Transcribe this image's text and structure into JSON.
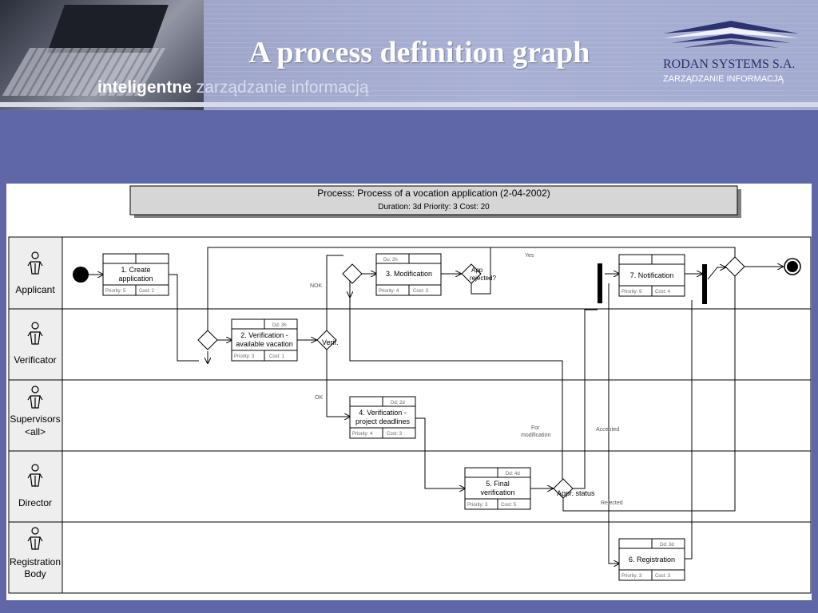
{
  "slide": {
    "title": "A process definition graph",
    "tagline_bold": "inteligentne",
    "tagline_light": " zarządzanie informacją",
    "brand_name": "RODAN SYSTEMS S.A.",
    "brand_sub": "ZARZĄDZANIE INFORMACJĄ"
  },
  "colors": {
    "background": "#5f67a9",
    "header": "#a3abd0",
    "diagram_bg": "#ffffff",
    "title_box": "#d6d6d6",
    "ink": "#000000"
  },
  "diagram": {
    "title_line1": "Process: Process of a vocation application (2-04-2002)",
    "title_line2": "Duration: 3d Priority: 3 Cost: 20",
    "lanes": [
      {
        "label": "Applicant",
        "icon": "actor-icon"
      },
      {
        "label": "Verificator",
        "icon": "actor-icon"
      },
      {
        "label": "Supervisors",
        "label2": "<all>",
        "icon": "actor-icon"
      },
      {
        "label": "Director",
        "icon": "actor-icon"
      },
      {
        "label": "Registration",
        "label2": "Body",
        "icon": "actor-icon"
      }
    ],
    "tasks": [
      {
        "label": "1. Create",
        "label2": "application",
        "duration": "",
        "priority": "Priority: 5",
        "cost": "Cost: 2"
      },
      {
        "label": "2. Verification -",
        "label2": "available vacation",
        "duration": "Dd: 3h",
        "priority": "Priority: 3",
        "cost": "Cost: 1"
      },
      {
        "label": "3. Modification",
        "duration": "Du: 2h",
        "priority": "Priority: 4",
        "cost": "Cost: 3"
      },
      {
        "label": "4. Verification -",
        "label2": "project deadlines",
        "duration": "Dd: 2d",
        "priority": "Priority: 4",
        "cost": "Cost: 3"
      },
      {
        "label": "5. Final",
        "label2": "verification",
        "duration": "Dd: 4d",
        "priority": "Priority: 3",
        "cost": "Cost: 5"
      },
      {
        "label": "6. Registration",
        "duration": "Dd: 3d",
        "priority": "Priority: 3",
        "cost": "Cost: 3"
      },
      {
        "label": "7. Notification",
        "duration": "",
        "priority": "Priority: 9",
        "cost": "Cost: 4"
      }
    ],
    "decisions": [
      {
        "label": ""
      },
      {
        "label": "Verif."
      },
      {
        "label": ""
      },
      {
        "label": "App",
        "label2": "rejected?"
      },
      {
        "label": "Appr. status"
      },
      {
        "label": ""
      }
    ],
    "flow_labels": {
      "nok": "NOK",
      "ok": "OK",
      "yes": "Yes",
      "for_modification": "For",
      "for_modification2": "modification",
      "accepted": "Accepted",
      "rejected": "Rejected"
    }
  }
}
